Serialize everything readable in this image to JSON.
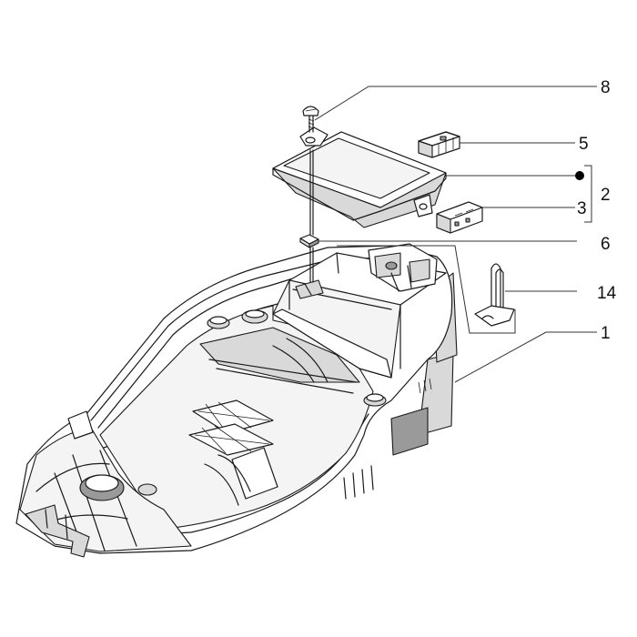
{
  "callouts": {
    "c8": "8",
    "c5": "5",
    "c2": "2",
    "c3": "3",
    "c6": "6",
    "c14": "14",
    "c1": "1"
  },
  "colors": {
    "line": "#1a1a1a",
    "background": "#ffffff"
  }
}
